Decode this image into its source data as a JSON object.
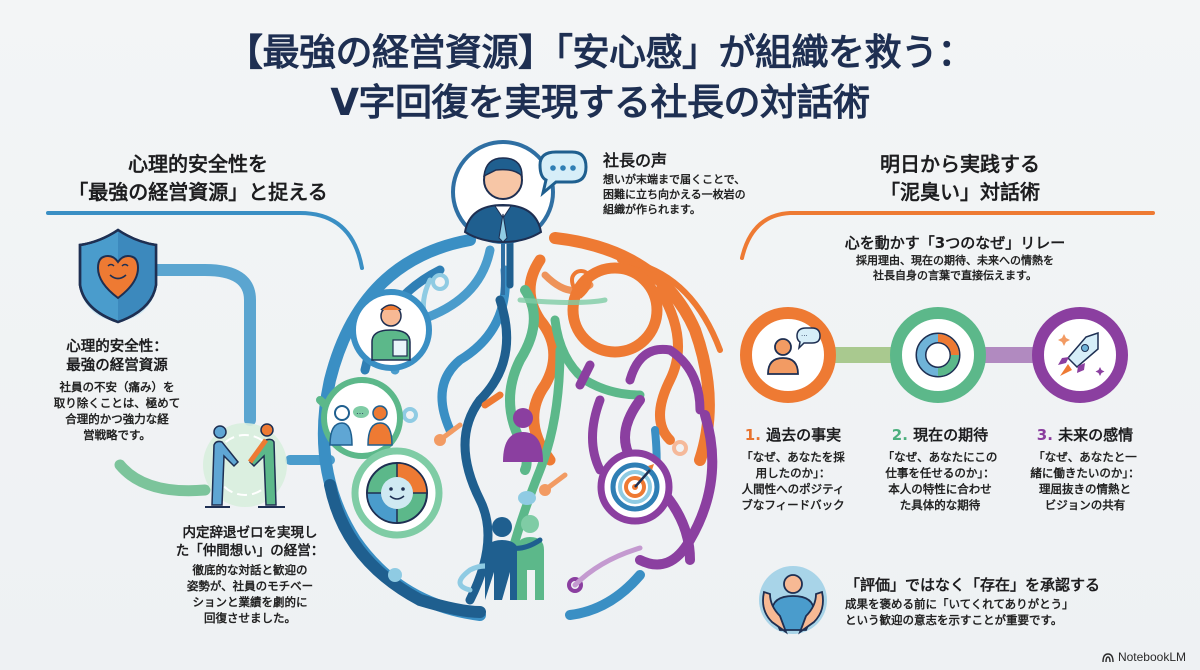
{
  "title": {
    "line1": "【最強の経営資源】「安心感」が組織を救う：",
    "line2": "V字回復を実現する社長の対話術"
  },
  "left_section": {
    "heading_line1": "心理的安全性を",
    "heading_line2": "「最強の経営資源」と捉える",
    "item1": {
      "icon": "shield-heart-icon",
      "title_line1": "心理的安全性：",
      "title_line2": "最強の経営資源",
      "body_lines": [
        "社員の不安（痛み）を",
        "取り除くことは、極めて",
        "合理的かつ強力な経",
        "営戦略です。"
      ]
    },
    "item2": {
      "icon": "handshake-icon",
      "title_line1": "内定辞退ゼロを実現し",
      "title_line2": "た「仲間想い」の経営：",
      "body_lines": [
        "徹底的な対話と歓迎の",
        "姿勢が、社員のモチベー",
        "ションと業績を劇的に",
        "回復させました。"
      ]
    }
  },
  "center": {
    "ceo_icon": "ceo-avatar-icon",
    "voice_title": "社長の声",
    "voice_lines": [
      "想いが末端まで届くことで、",
      "困難に立ち向かえる一枚岩の",
      "組織が作られます。"
    ]
  },
  "right_section": {
    "heading_line1": "明日から実践する",
    "heading_line2": "「泥臭い」対話術",
    "relay_title": "心を動かす「3つのなぜ」リレー",
    "relay_lines": [
      "採用理由、現在の期待、未来への情熱を",
      "社長自身の言葉で直接伝えます。"
    ],
    "steps": [
      {
        "num": "1.",
        "title": "過去の事実",
        "icon": "person-speech-icon",
        "color": "#e8732e",
        "lines": [
          "「なぜ、あなたを採",
          "用したのか」：",
          "人間性へのポジティ",
          "ブなフィードバック"
        ]
      },
      {
        "num": "2.",
        "title": "現在の期待",
        "icon": "ring-chart-icon",
        "color": "#4caf7d",
        "lines": [
          "「なぜ、あなたにこの",
          "仕事を任せるのか」：",
          "本人の特性に合わせ",
          "た具体的な期待"
        ]
      },
      {
        "num": "3.",
        "title": "未来の感情",
        "icon": "rocket-icon",
        "color": "#8a3d9e",
        "lines": [
          "「なぜ、あなたと一",
          "緒に働きたいのか」：",
          "理屈抜きの情熱と",
          "ビジョンの共有"
        ]
      }
    ],
    "acknowledge": {
      "icon": "hands-holding-person-icon",
      "title": "「評価」ではなく「存在」を承認する",
      "lines": [
        "成果を褒める前に「いてくれてありがとう」",
        "という歓迎の意志を示すことが重要です。"
      ]
    }
  },
  "colors": {
    "navy": "#1e2f52",
    "blue": "#3a8fc4",
    "dark_blue": "#1f5f8f",
    "orange": "#ee7a33",
    "green": "#5cb88a",
    "purple": "#8b3fa0",
    "light_blue": "#8fcbe3"
  },
  "brand": "NotebookLM"
}
